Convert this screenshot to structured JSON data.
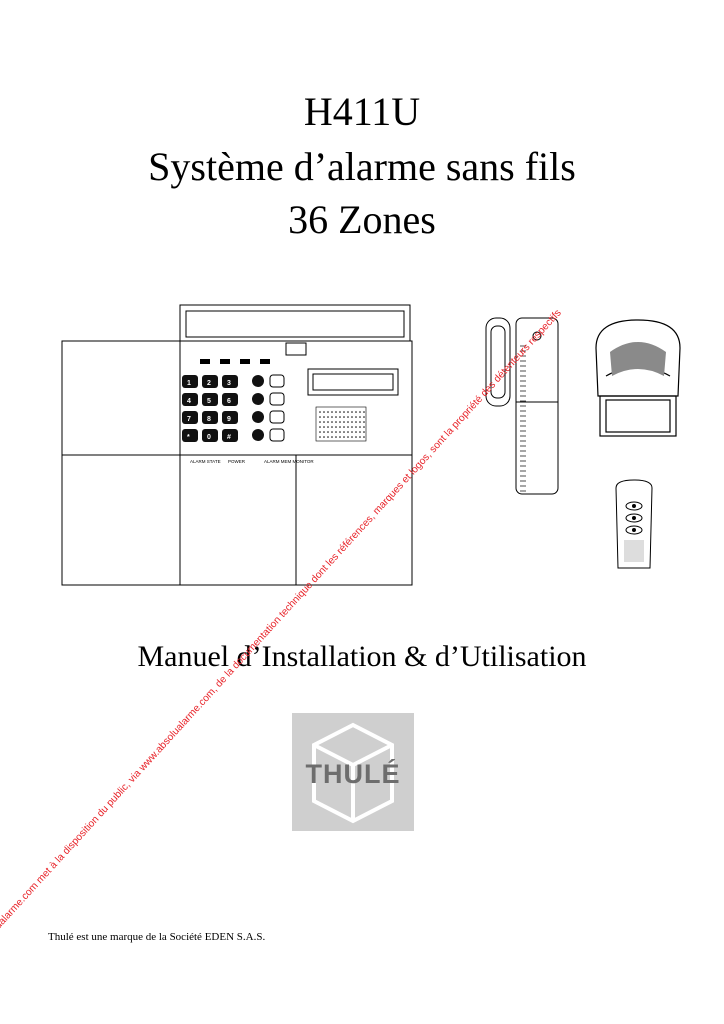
{
  "title": {
    "line1": "H411U",
    "line2": "Système d’alarme sans fils",
    "line3": "36 Zones"
  },
  "subtitle": "Manuel d’Installation & d’Utilisation",
  "logo": {
    "text": "THULÉ"
  },
  "footer": "Thulé est une marque de la Société EDEN S.A.S.",
  "watermark": "www.absolualarme.com met à la disposition du public, via www.absolualarme.com, de la documentation technique dont les références, marques et logos, sont la propriété des détenteurs respectifs",
  "panel": {
    "labels": {
      "alarm_stat": "ALARM STATE",
      "power": "POWER",
      "alarm_mem": "ALARM MEM MONITOR"
    },
    "keys": [
      "1",
      "2",
      "3",
      "4",
      "5",
      "6",
      "7",
      "8",
      "9",
      "*",
      "0",
      "#"
    ]
  },
  "colors": {
    "watermark": "#e8242a",
    "logo_bg": "#cfcfcf",
    "logo_text": "#6d6d6d"
  },
  "icons": [
    "alarm-panel-drawing",
    "door-contact-drawing",
    "pir-sensor-drawing",
    "remote-control-drawing",
    "thule-cube-logo"
  ]
}
